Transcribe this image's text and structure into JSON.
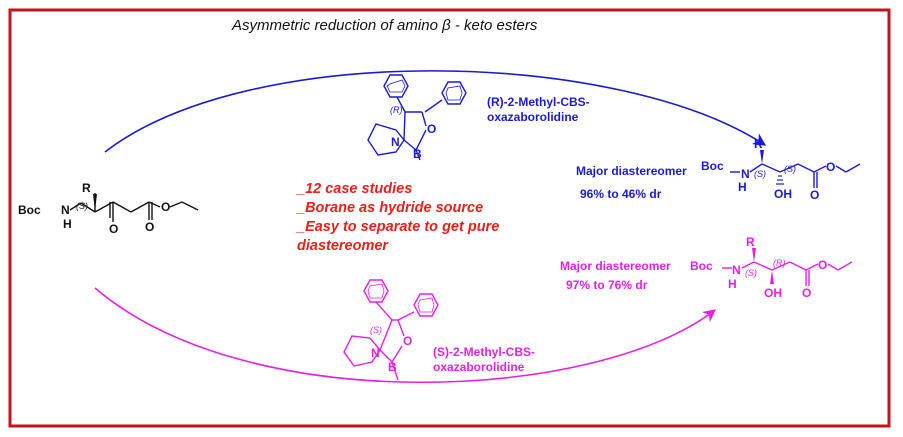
{
  "title_prefix": "Asymmetric reduction of amino ",
  "title_beta": "β",
  "title_suffix": " - keto esters",
  "colors": {
    "frame": "#c0141e",
    "blue": "#1a1ad6",
    "magenta": "#e61ee6",
    "red_note": "#e8201a",
    "black": "#111111"
  },
  "labels": {
    "boc": "Boc",
    "nh_n": "N",
    "nh_h": "H",
    "r": "R",
    "s": "(S)",
    "r_stereo": "(R)",
    "o": "O",
    "oh": "OH",
    "n": "N",
    "b": "B"
  },
  "top_catalyst": {
    "name_line1": "(R)-2-Methyl-CBS-",
    "name_line2": "oxazaborolidine",
    "stereo": "(R)"
  },
  "bottom_catalyst": {
    "name_line1": "(S)-2-Methyl-CBS-",
    "name_line2": "oxazaborolidine",
    "stereo": "(S)"
  },
  "notes": [
    "_12 case studies",
    "_Borane as hydride source",
    "_Easy to separate to get pure",
    "diastereomer"
  ],
  "top_product": {
    "label": "Major diastereomer",
    "dr": "96% to 46% dr"
  },
  "bottom_product": {
    "label": "Major diastereomer",
    "dr": "97% to 76% dr"
  }
}
